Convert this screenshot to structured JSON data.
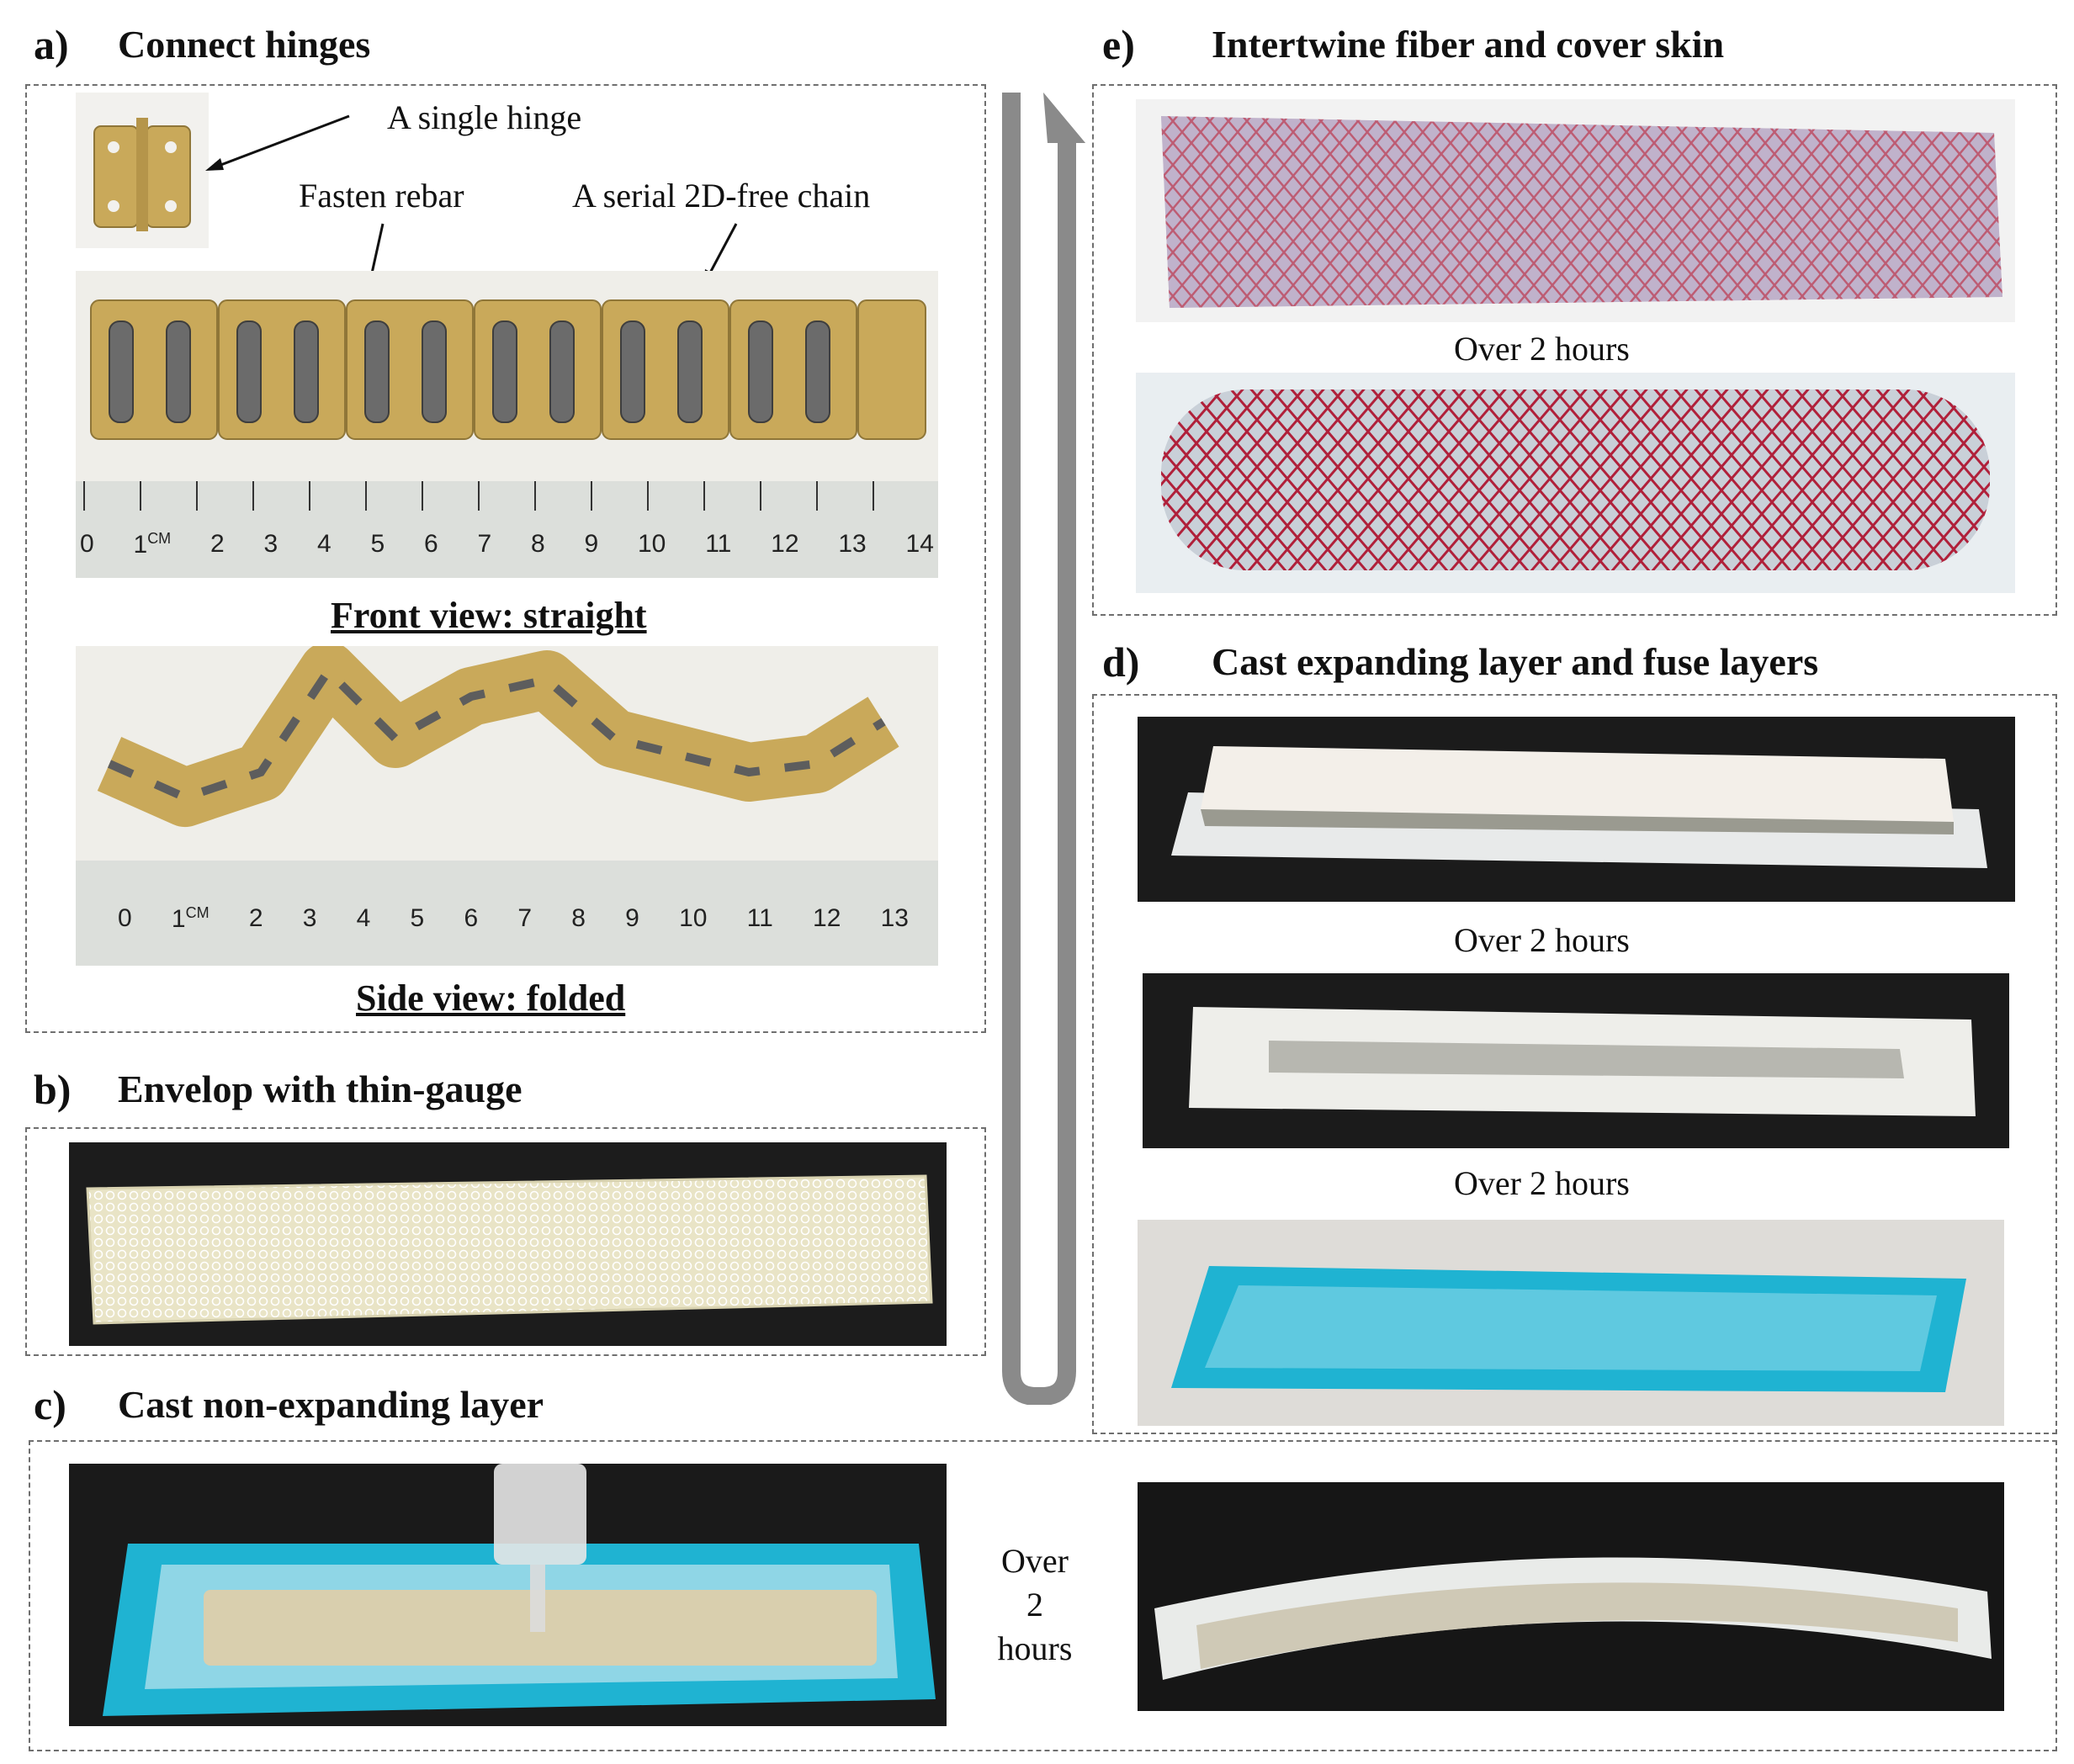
{
  "panels": {
    "a": {
      "letter": "a)",
      "title": "Connect hinges",
      "label_single_hinge": "A single hinge",
      "label_fasten_rebar": "Fasten rebar",
      "label_chain": "A serial 2D-free chain",
      "caption_front": "Front view: straight",
      "caption_side": "Side view: folded",
      "ruler_front_ticks": [
        "0",
        "1",
        "CM",
        "2",
        "3",
        "4",
        "5",
        "6",
        "7",
        "8",
        "9",
        "10",
        "11",
        "12",
        "13",
        "14"
      ],
      "ruler_side_ticks": [
        "0",
        "1",
        "CM",
        "2",
        "3",
        "4",
        "5",
        "6",
        "7",
        "8",
        "9",
        "10",
        "11",
        "12",
        "13"
      ]
    },
    "b": {
      "letter": "b)",
      "title": "Envelop with thin-gauge"
    },
    "c": {
      "letter": "c)",
      "title": "Cast non-expanding layer",
      "over_line1": "Over",
      "over_line2": "2",
      "over_line3": "hours"
    },
    "d": {
      "letter": "d)",
      "title": "Cast expanding layer and fuse layers",
      "caption_1": "Over 2 hours",
      "caption_2": "Over 2 hours"
    },
    "e": {
      "letter": "e)",
      "title": "Intertwine fiber and cover skin",
      "caption_1": "Over 2 hours"
    }
  },
  "colors": {
    "brass": "#c9a95a",
    "mold_blue": "#1fb3d2",
    "fiber_red": "#b0203a",
    "arrow_gray": "#8a8a8a"
  }
}
